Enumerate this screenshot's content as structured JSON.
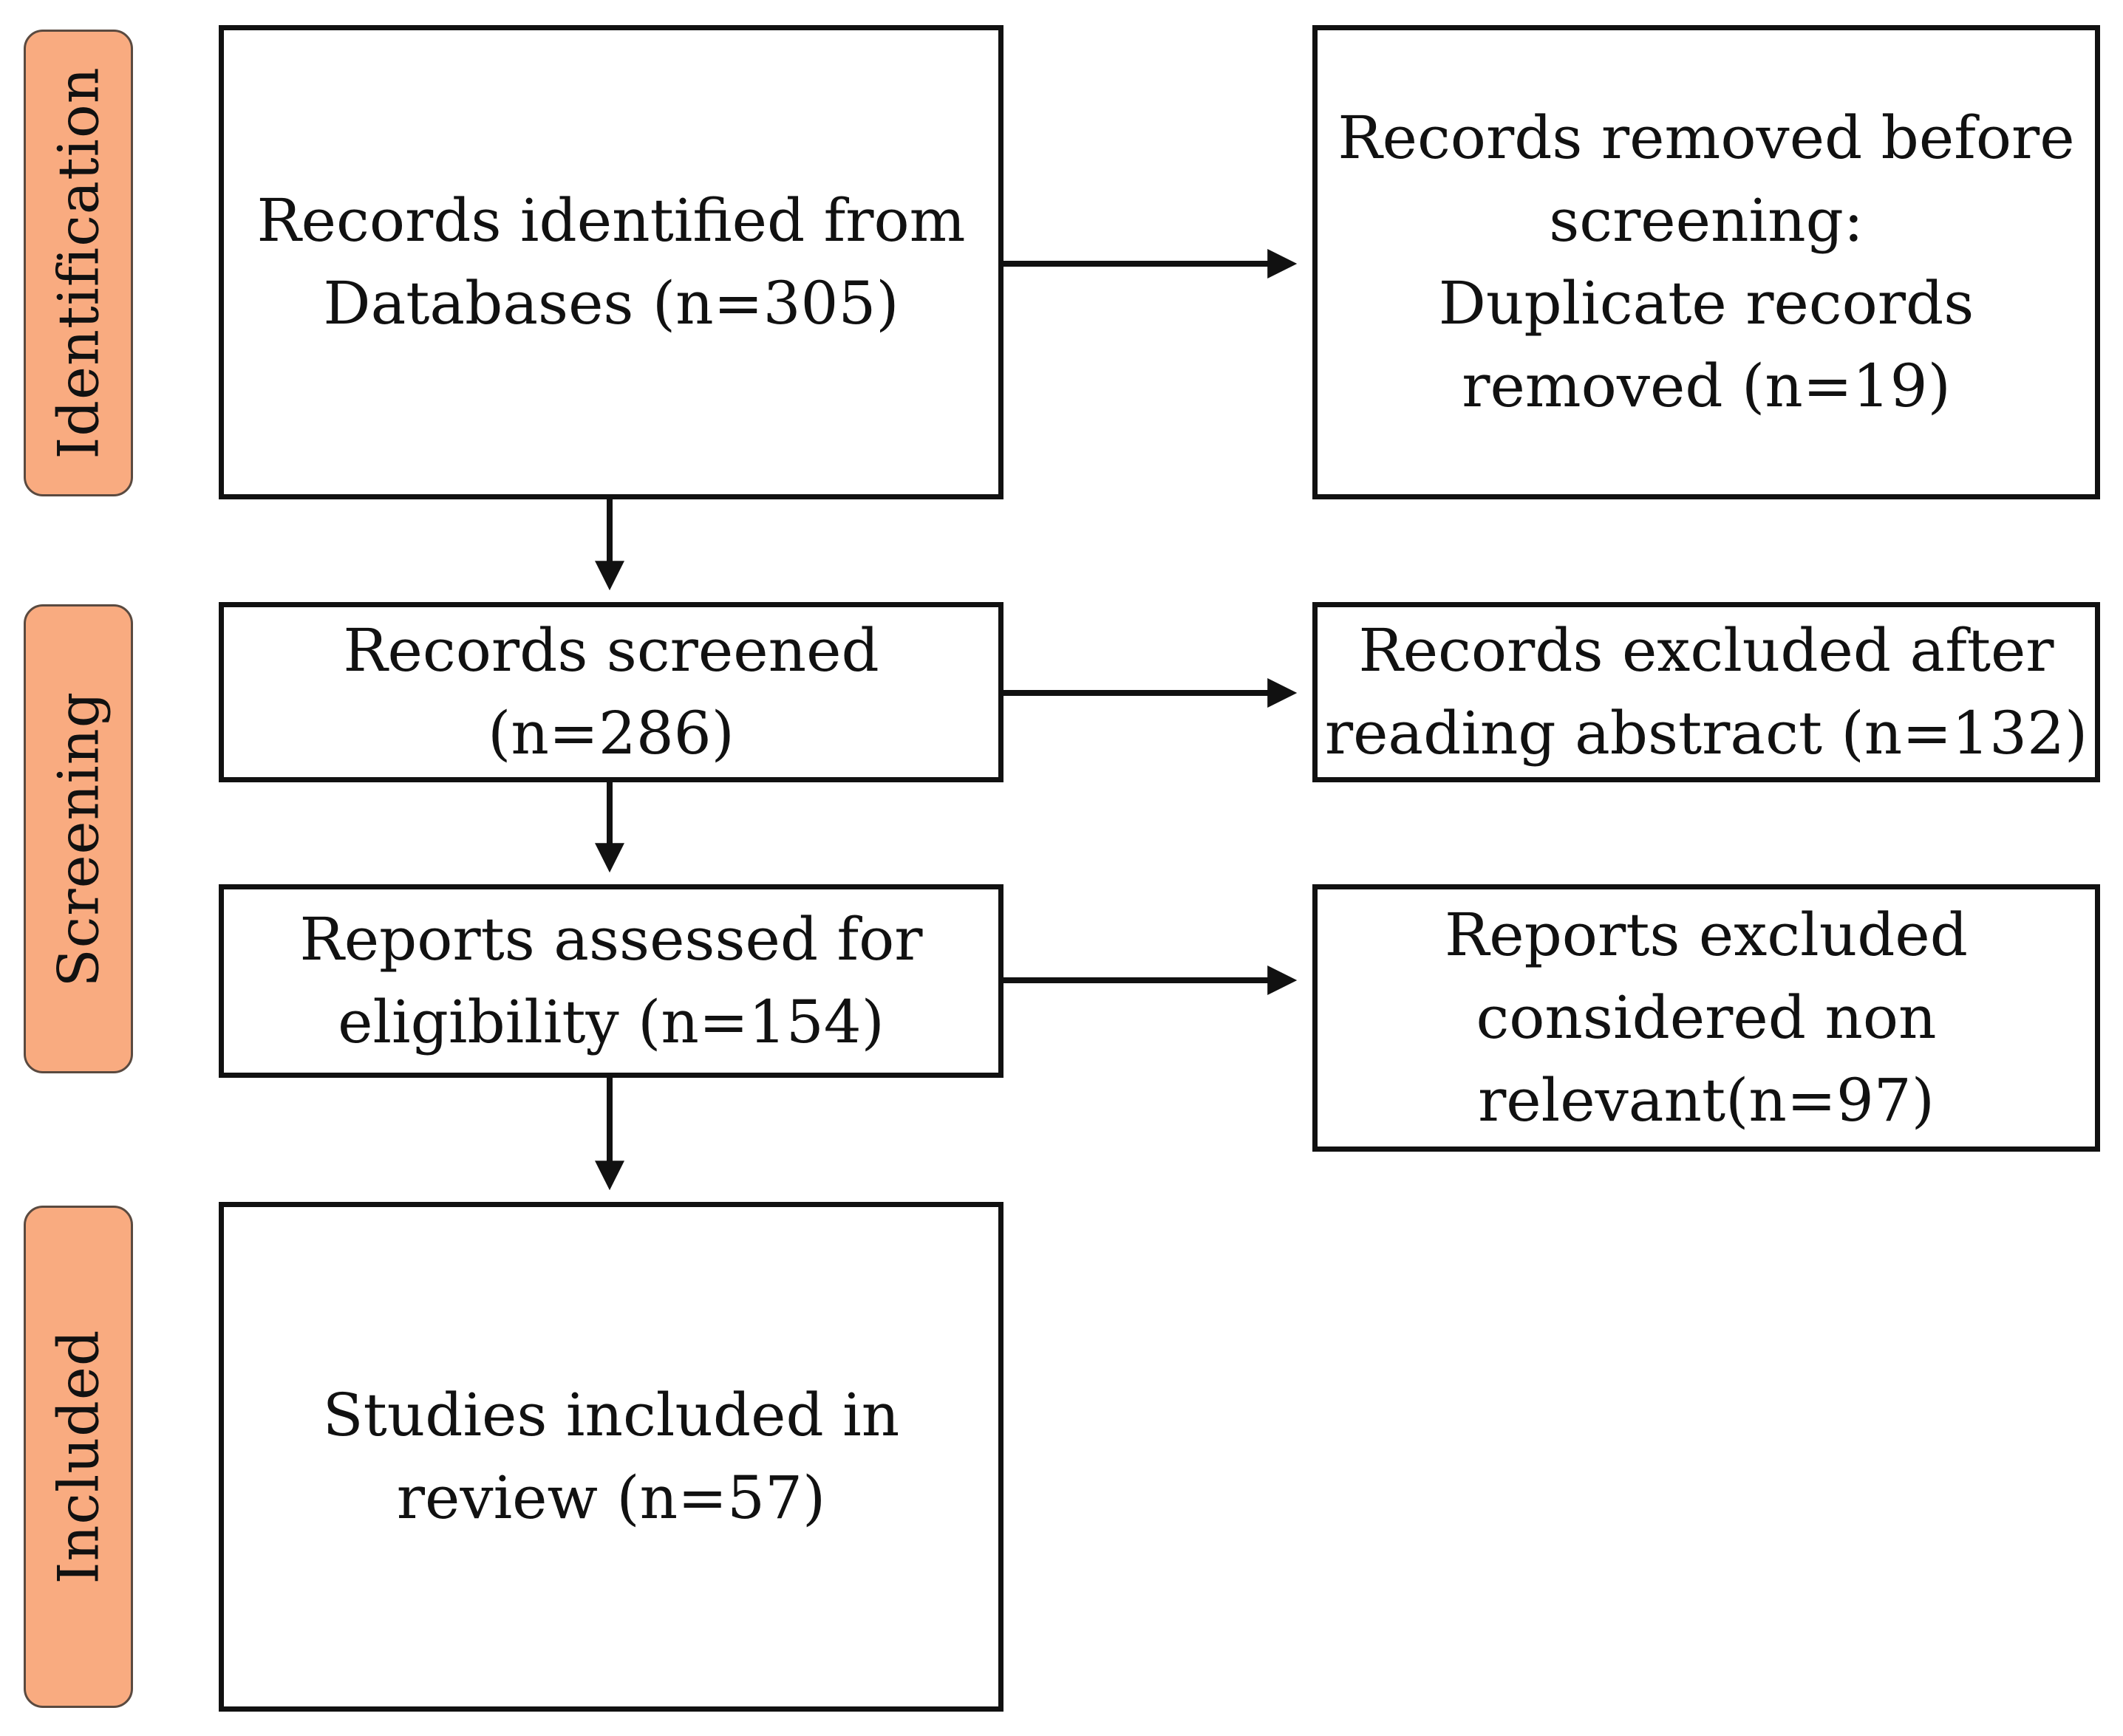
{
  "phases": [
    {
      "id": "identification",
      "label": "Identification"
    },
    {
      "id": "screening",
      "label": "Screening"
    },
    {
      "id": "included",
      "label": "Included"
    }
  ],
  "boxes": {
    "identified": {
      "lines": [
        "Records identified from",
        "Databases (n=305)"
      ]
    },
    "removed": {
      "lines": [
        "Records removed before",
        "screening:",
        "Duplicate records",
        "removed (n=19)"
      ]
    },
    "screened": {
      "lines": [
        "Records screened",
        "(n=286)"
      ]
    },
    "excluded_abstract": {
      "lines": [
        "Records excluded after",
        "reading abstract (n=132)"
      ]
    },
    "assessed": {
      "lines": [
        "Reports assessed for",
        "eligibility (n=154)"
      ]
    },
    "excluded_reports": {
      "lines": [
        "Reports excluded",
        "considered non",
        "relevant(n=97)"
      ]
    },
    "included": {
      "lines": [
        "Studies included in",
        "review (n=57)"
      ]
    }
  },
  "colors": {
    "phase_fill": "#f9ab80",
    "line": "#111111"
  }
}
